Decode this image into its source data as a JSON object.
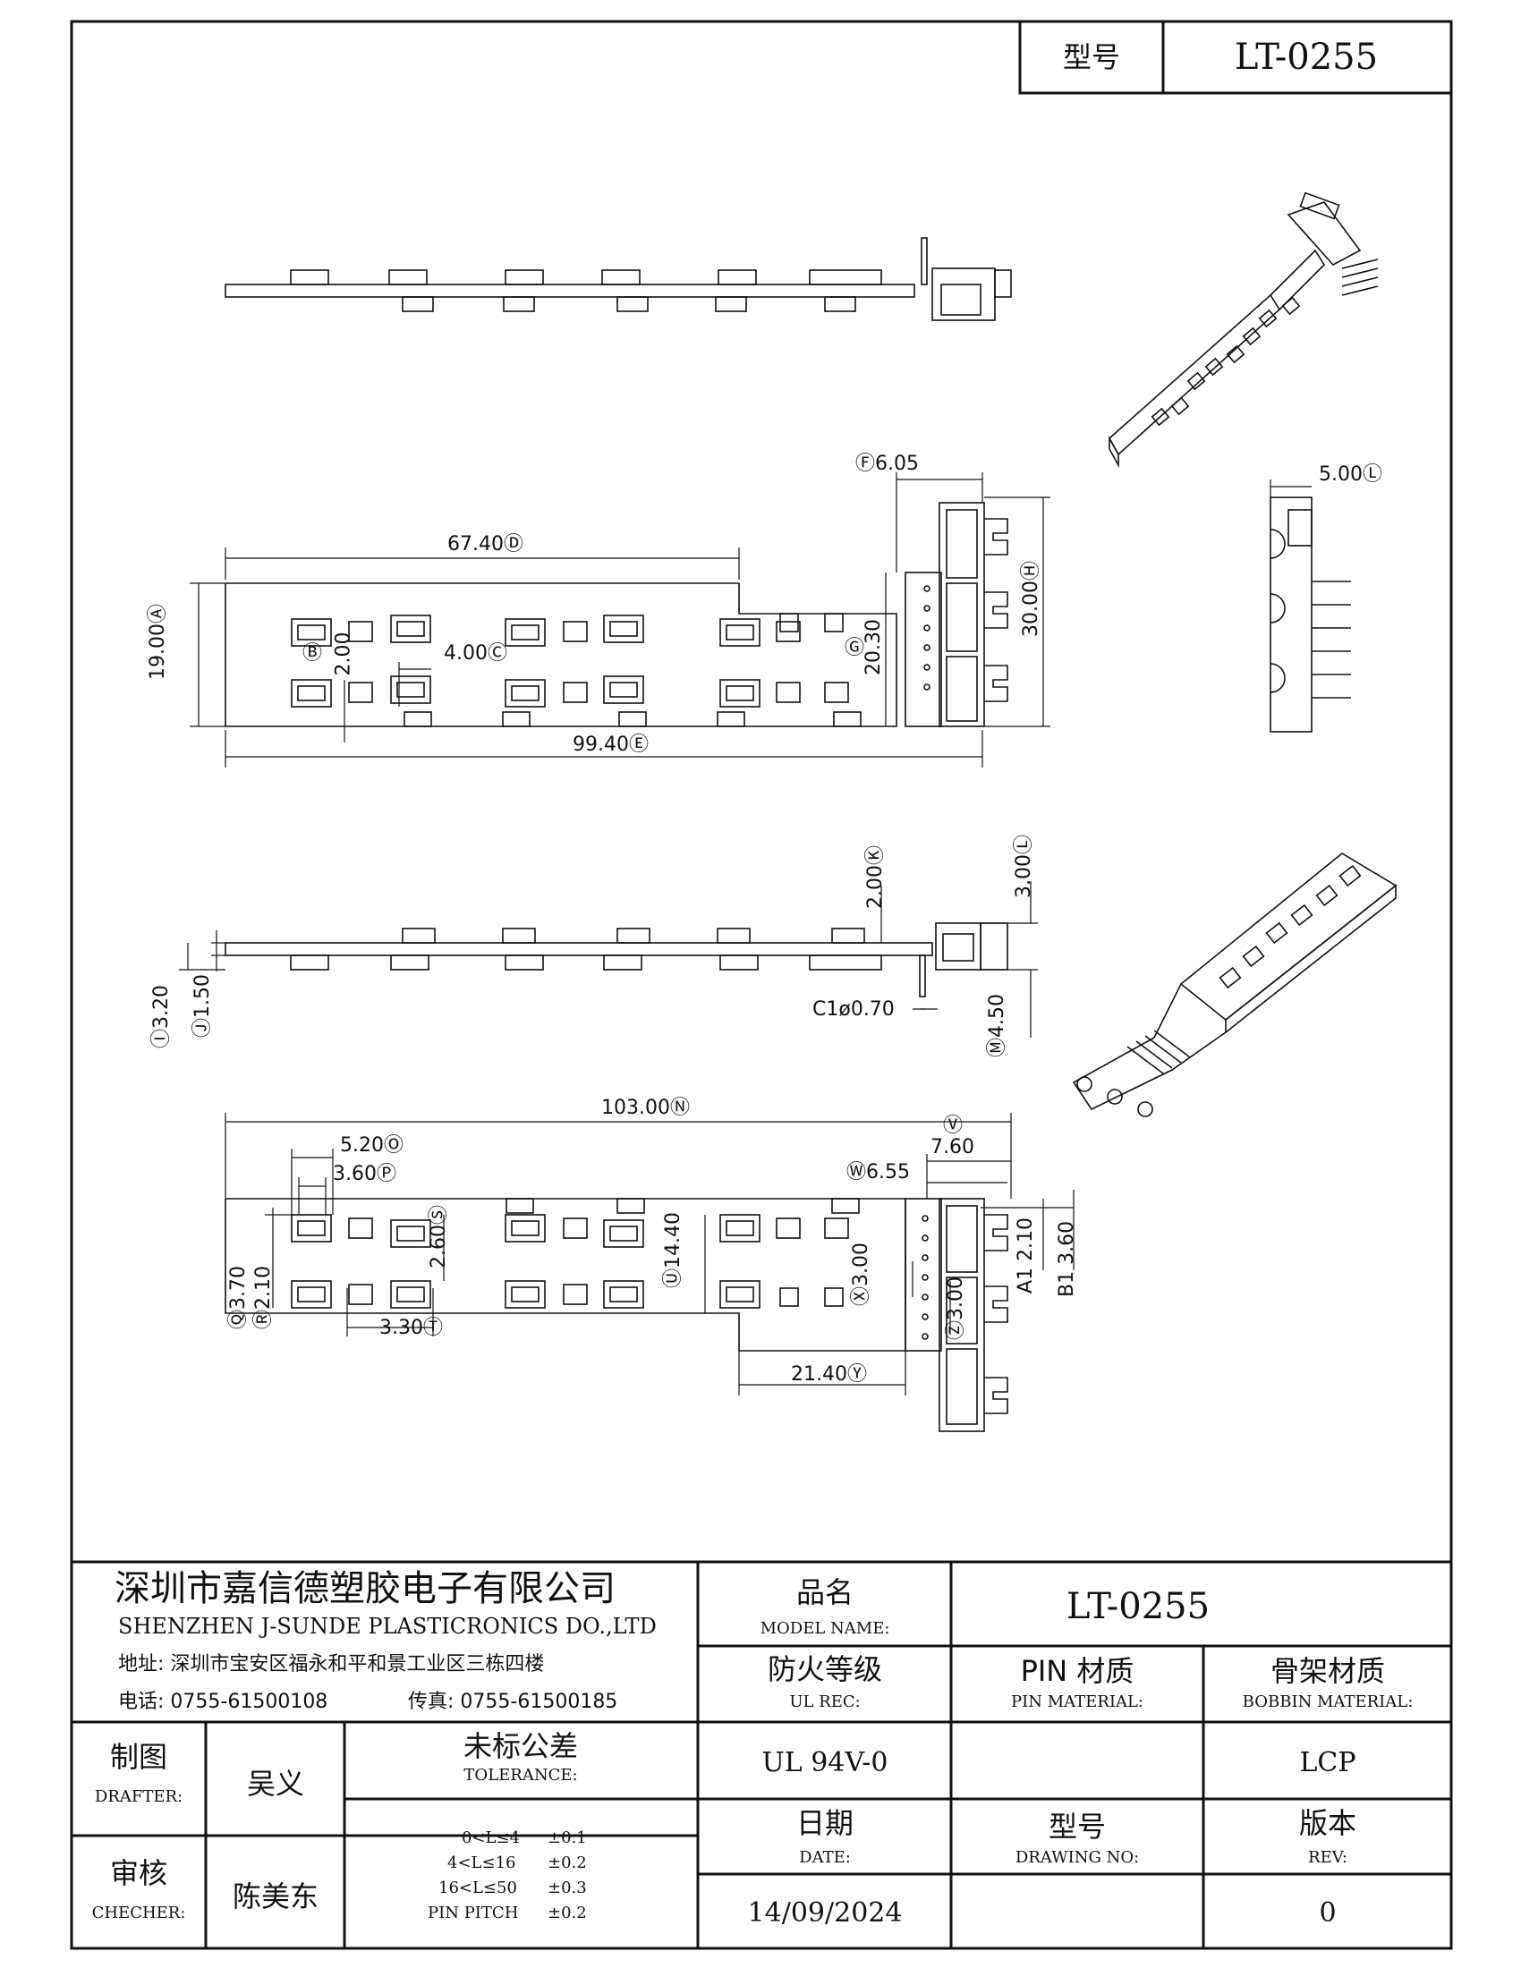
{
  "header": {
    "label_cn": "型号",
    "model": "LT-0255"
  },
  "dims": {
    "A": "19.00",
    "B": "2.00",
    "C": "4.00",
    "D": "67.40",
    "E": "99.40",
    "F": "6.05",
    "G": "20.30",
    "H": "30.00",
    "L_top": "5.00",
    "K": "2.00",
    "L": "3.00",
    "I": "3.20",
    "J": "1.50",
    "C1": "ø0.70",
    "M": "4.50",
    "N": "103.00",
    "O": "5.20",
    "P": "3.60",
    "S": "2.60",
    "Q": "3.70",
    "R": "2.10",
    "T": "3.30",
    "U": "14.40",
    "X": "3.00",
    "Z": "3.00",
    "Y": "21.40",
    "V": "7.60",
    "W": "6.55",
    "A1": "2.10",
    "B1": "3.60"
  },
  "letters": {
    "A": "A",
    "B": "B",
    "C": "C",
    "D": "D",
    "E": "E",
    "F": "F",
    "G": "G",
    "H": "H",
    "I": "I",
    "J": "J",
    "K": "K",
    "L": "L",
    "C1": "C1",
    "M": "M",
    "N": "N",
    "O": "O",
    "P": "P",
    "Q": "Q",
    "R": "R",
    "S": "S",
    "T": "T",
    "U": "U",
    "V": "V",
    "W": "W",
    "X": "X",
    "Y": "Y",
    "Z": "Z",
    "A1": "A1",
    "B1": "B1"
  },
  "title_block": {
    "company_cn": "深圳市嘉信德塑胶电子有限公司",
    "company_en": "SHENZHEN J-SUNDE PLASTICRONICS DO.,LTD",
    "address": "地址: 深圳市宝安区福永和平和景工业区三栋四楼",
    "phone": "电话: 0755-61500108",
    "fax": "传真: 0755-61500185",
    "model_name_cn": "品名",
    "model_name_en": "MODEL NAME:",
    "model_name_value": "LT-0255",
    "ul_cn": "防火等级",
    "ul_en": "UL REC:",
    "ul_value": "UL 94V-0",
    "pin_cn": "PIN 材质",
    "pin_en": "PIN MATERIAL:",
    "pin_value": "",
    "bobbin_cn": "骨架材质",
    "bobbin_en": "BOBBIN MATERIAL:",
    "bobbin_value": "LCP",
    "drafter_cn": "制图",
    "drafter_en": "DRAFTER:",
    "drafter_name": "吴义",
    "checker_cn": "审核",
    "checker_en": "CHECHER:",
    "checker_name": "陈美东",
    "tolerance_cn": "未标公差",
    "tolerance_en": "TOLERANCE:",
    "tolerances": [
      {
        "range": "0<L≤4",
        "value": "±0.1"
      },
      {
        "range": "4<L≤16",
        "value": "±0.2"
      },
      {
        "range": "16<L≤50",
        "value": "±0.3"
      },
      {
        "range": "PIN PITCH",
        "value": "±0.2"
      }
    ],
    "date_cn": "日期",
    "date_en": "DATE:",
    "date_value": "14/09/2024",
    "drawing_no_cn": "型号",
    "drawing_no_en": "DRAWING NO:",
    "drawing_no_value": "",
    "rev_cn": "版本",
    "rev_en": "REV:",
    "rev_value": "0"
  }
}
